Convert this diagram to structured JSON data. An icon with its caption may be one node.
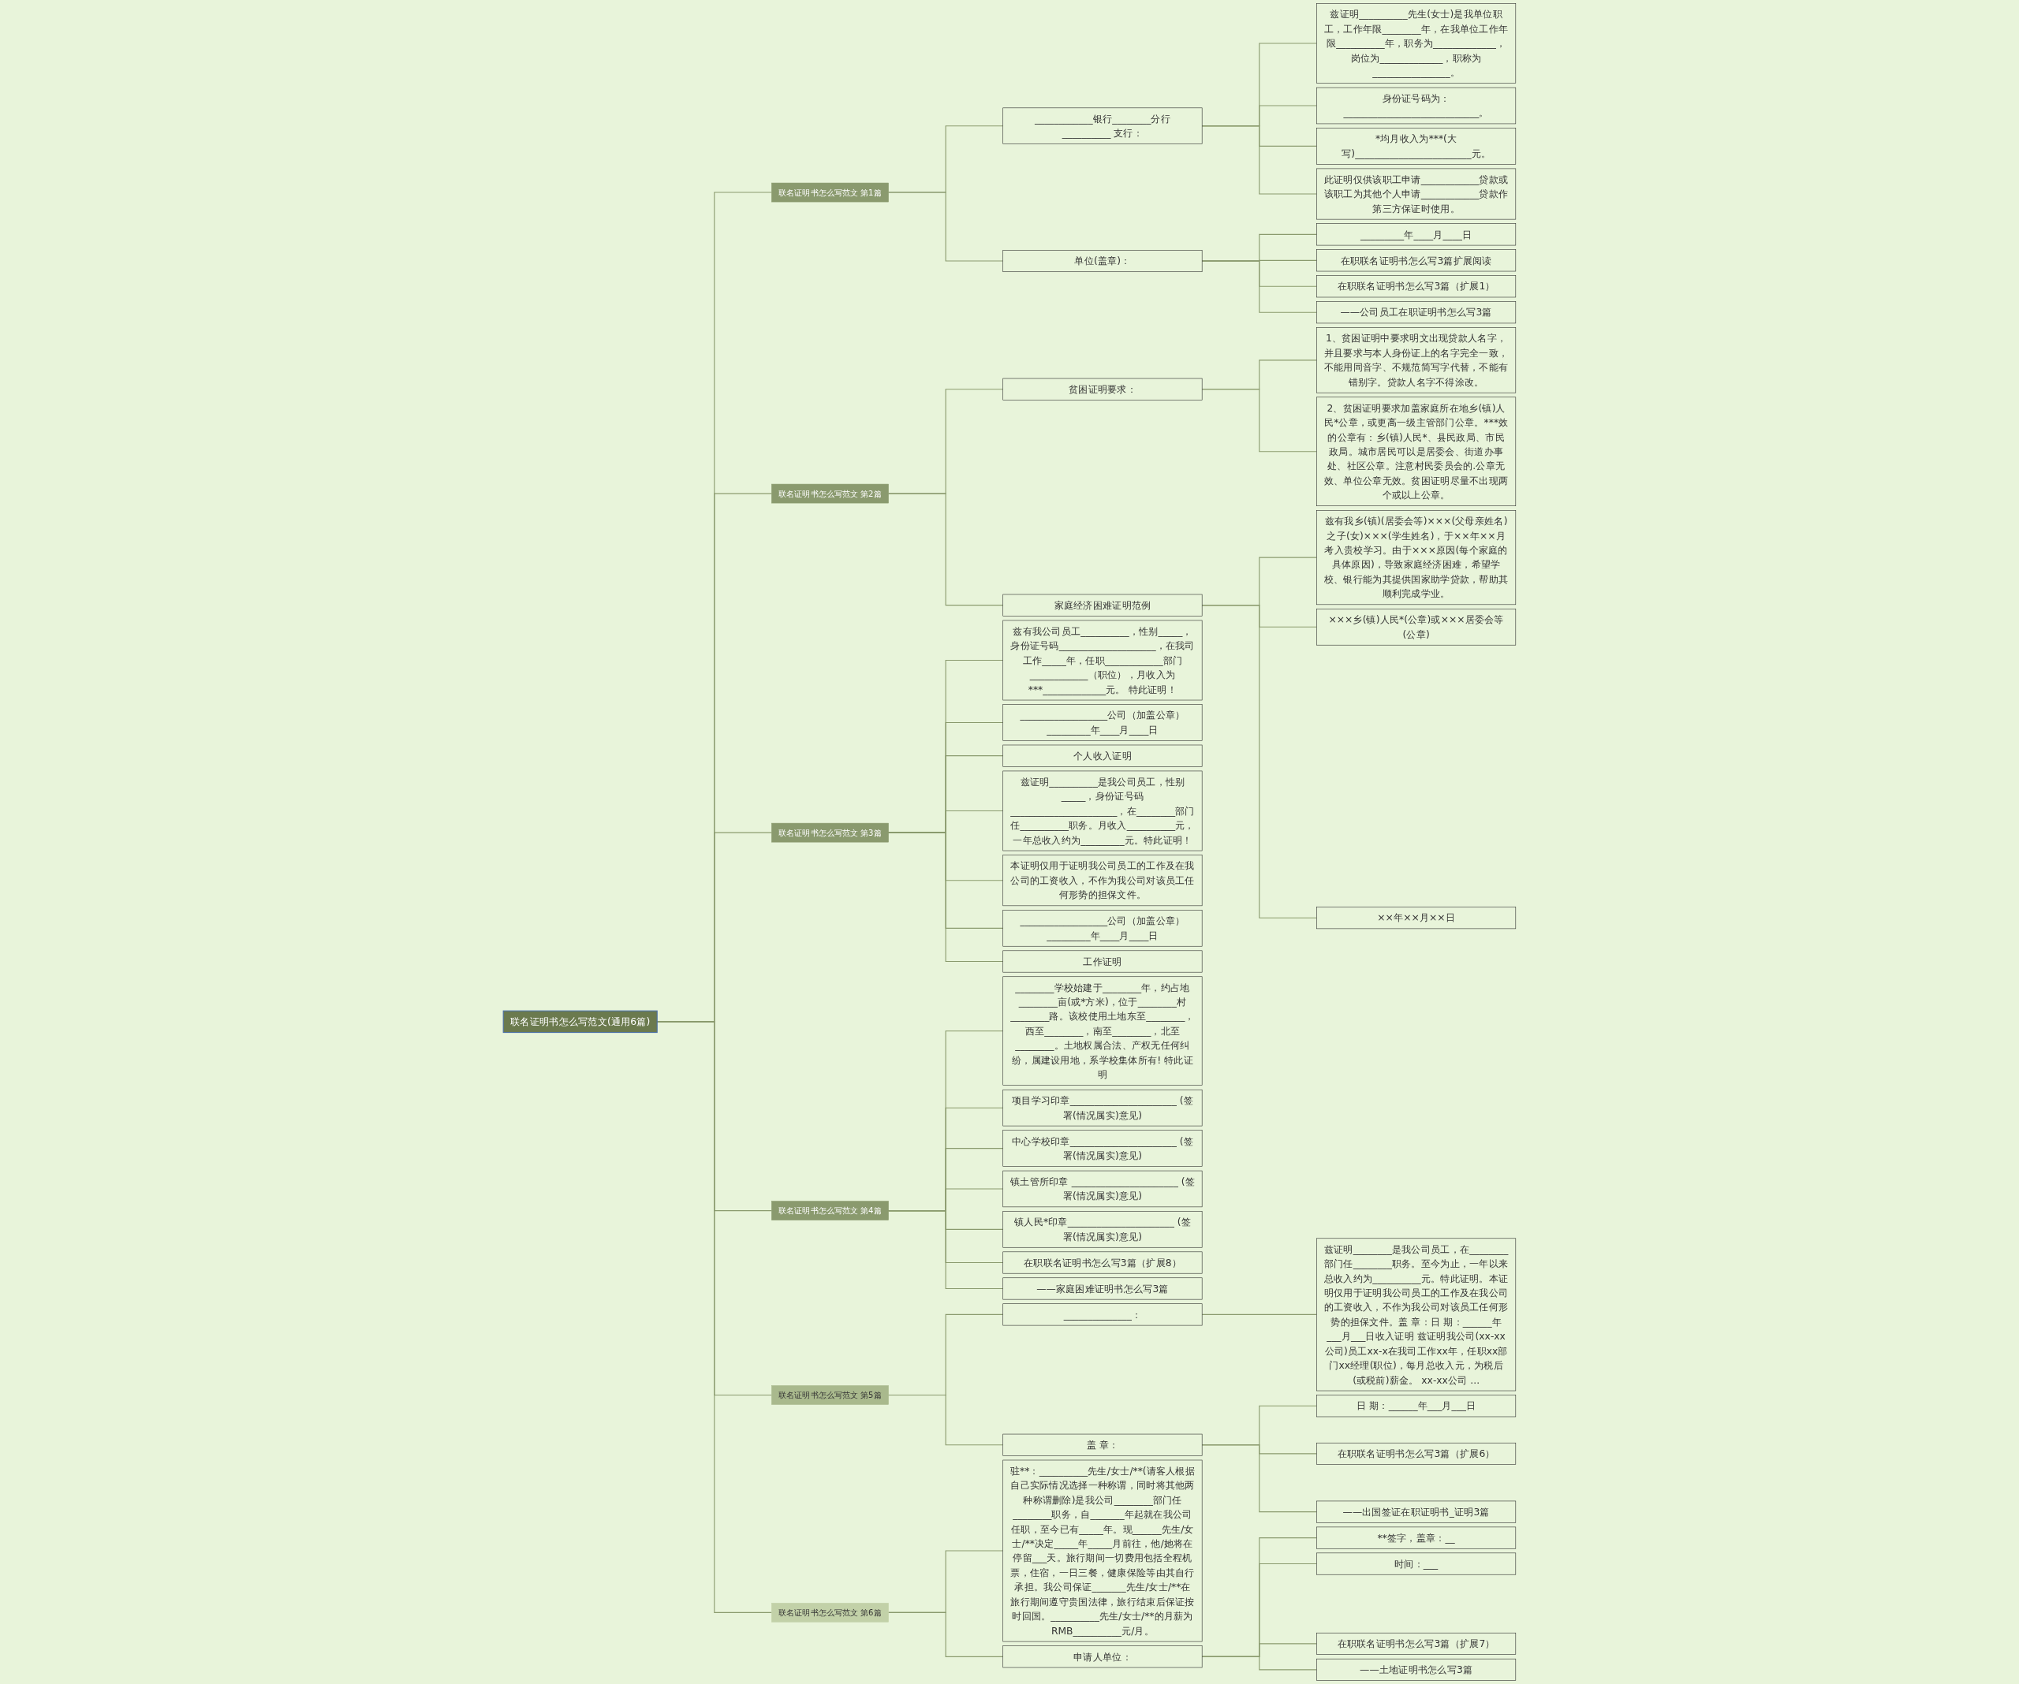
{
  "diagram": {
    "nodes": [
      {
        "text": [
          "联名证明书怎么写范文(通用6篇)"
        ]
      },
      {
        "text": [
          "联名证明书怎么写范文 第1篇"
        ]
      },
      {
        "text": [
          "____________银行________分行__________ 支行："
        ]
      },
      {
        "text": [
          "兹证明__________先生(女士)是我单位职工，工作年限________年，在我单位工作年限__________年，职务为_____________，岗位为_____________，职称为________________。"
        ]
      },
      {
        "text": [
          "身份证号码为：____________________________。"
        ]
      },
      {
        "text": [
          "*均月收入为***(大写)________________________元。"
        ]
      },
      {
        "text": [
          "此证明仅供该职工申请____________贷款或该职工为其他个人申请____________贷款作第三方保证时使用。"
        ]
      },
      {
        "text": [
          "单位(盖章)："
        ]
      },
      {
        "text": [
          "_________年____月____日"
        ]
      },
      {
        "text": [
          "在职联名证明书怎么写3篇扩展阅读"
        ]
      },
      {
        "text": [
          "在职联名证明书怎么写3篇（扩展1）"
        ]
      },
      {
        "text": [
          "——公司员工在职证明书怎么写3篇"
        ]
      },
      {
        "text": [
          "联名证明书怎么写范文 第2篇"
        ]
      },
      {
        "text": [
          "贫困证明要求："
        ]
      },
      {
        "text": [
          "1、贫困证明中要求明文出现贷款人名字，并且要求与本人身份证上的名字完全一致，不能用同音字、不规范简写字代替，不能有错别字。贷款人名字不得涂改。"
        ]
      },
      {
        "text": [
          "2、贫困证明要求加盖家庭所在地乡(镇)人民*公章，或更高一级主管部门公章。***效的公章有：乡(镇)人民*、县民政局、市民政局。城市居民可以是居委会、街道办事处、社区公章。注意村民委员会的.公章无效、单位公章无效。贫困证明尽量不出现两个或以上公章。"
        ]
      },
      {
        "text": [
          "家庭经济困难证明范例"
        ]
      },
      {
        "text": [
          "兹有我乡(镇)(居委会等)×××(父母亲姓名)之子(女)×××(学生姓名)，于××年××月考入贵校学习。由于×××原因(每个家庭的具体原因)，导致家庭经济困难，希望学校、银行能为其提供国家助学贷款，帮助其顺利完成学业。"
        ]
      },
      {
        "text": [
          "×××乡(镇)人民*(公章)或×××居委会等(公章)"
        ]
      },
      {
        "text": [
          "××年××月××日"
        ]
      },
      {
        "text": [
          "联名证明书怎么写范文 第3篇"
        ]
      },
      {
        "text": [
          "兹有我公司员工__________，性别_____，身份证号码____________________，在我司工作_____年，任职____________部门____________（职位），月收入为***_____________元。 特此证明！"
        ]
      },
      {
        "text": [
          "__________________公司（加盖公章）_________年____月____日"
        ]
      },
      {
        "text": [
          "个人收入证明"
        ]
      },
      {
        "text": [
          "兹证明__________是我公司员工，性别_____，身份证号码______________________，在________部门任__________职务。月收入__________元，一年总收入约为_________元。特此证明！"
        ]
      },
      {
        "text": [
          "本证明仅用于证明我公司员工的工作及在我公司的工资收入，不作为我公司对该员工任何形势的担保文件。"
        ]
      },
      {
        "text": [
          "__________________公司（加盖公章）_________年____月____日"
        ]
      },
      {
        "text": [
          "工作证明"
        ]
      },
      {
        "text": [
          "联名证明书怎么写范文 第4篇"
        ]
      },
      {
        "text": [
          "________学校始建于________年，约占地________亩(或*方米)，位于________村________路。该校使用土地东至________，西至________，南至________，北至________。土地权属合法、产权无任何纠纷，属建设用地，系学校集体所有! 特此证明"
        ]
      },
      {
        "text": [
          "项目学习印章______________________ (签署(情况属实)意见)"
        ]
      },
      {
        "text": [
          "中心学校印章______________________ (签署(情况属实)意见)"
        ]
      },
      {
        "text": [
          "镇土管所印章 ______________________ (签署(情况属实)意见)"
        ]
      },
      {
        "text": [
          "镇人民*印章______________________ (签署(情况属实)意见)"
        ]
      },
      {
        "text": [
          "在职联名证明书怎么写3篇（扩展8）"
        ]
      },
      {
        "text": [
          "——家庭困难证明书怎么写3篇"
        ]
      },
      {
        "text": [
          "联名证明书怎么写范文 第5篇"
        ]
      },
      {
        "text": [
          "______________："
        ]
      },
      {
        "text": [
          "兹证明________是我公司员工，在________部门任________职务。至今为止，一年以来总收入约为__________元。特此证明。本证明仅用于证明我公司员工的工作及在我公司的工资收入，不作为我公司对该员工任何形势的担保文件。盖 章：日 期：______年___月___日收入证明 兹证明我公司(xx-xx公司)员工xx-x在我司工作xx年，任职xx部门xx经理(职位)，每月总收入元，为税后(或税前)薪金。 xx-xx公司 ..."
        ]
      },
      {
        "text": [
          "盖 章："
        ]
      },
      {
        "text": [
          "日 期：______年___月___日"
        ]
      },
      {
        "text": [
          "在职联名证明书怎么写3篇（扩展6）"
        ]
      },
      {
        "text": [
          "——出国签证在职证明书_证明3篇"
        ]
      },
      {
        "text": [
          "联名证明书怎么写范文 第6篇"
        ]
      },
      {
        "text": [
          "驻**：__________先生/女士/**(请客人根据自己实际情况选择一种称谓，同时将其他两种称谓删除)是我公司________部门任________职务，自_______年起就在我公司任职，至今已有_____年。现______先生/女士/**决定_____年_____月前往，他/她将在停留___天。旅行期间一切费用包括全程机票，住宿，一日三餐，健康保险等由其自行承担。我公司保证_______先生/女士/**在旅行期间遵守贵国法律，旅行结束后保证按时回国。__________先生/女士/**的月薪为RMB__________元/月。"
        ]
      },
      {
        "text": [
          "申请人单位："
        ]
      },
      {
        "text": [
          "**签字，盖章：__"
        ]
      },
      {
        "text": [
          "时间：___"
        ]
      },
      {
        "text": [
          "在职联名证明书怎么写3篇（扩展7）"
        ]
      },
      {
        "text": [
          "——土地证明书怎么写3篇"
        ]
      }
    ],
    "edges": [
      {
        "from": 0,
        "to": 1,
        "arrow": "none"
      },
      {
        "from": 1,
        "to": 2,
        "arrow": "none"
      },
      {
        "from": 2,
        "to": 3,
        "arrow": "none"
      },
      {
        "from": 2,
        "to": 4,
        "arrow": "none"
      },
      {
        "from": 2,
        "to": 5,
        "arrow": "none"
      },
      {
        "from": 2,
        "to": 6,
        "arrow": "none"
      },
      {
        "from": 1,
        "to": 7,
        "arrow": "none"
      },
      {
        "from": 7,
        "to": 8,
        "arrow": "none"
      },
      {
        "from": 7,
        "to": 9,
        "arrow": "none"
      },
      {
        "from": 7,
        "to": 10,
        "arrow": "none"
      },
      {
        "from": 7,
        "to": 11,
        "arrow": "none"
      },
      {
        "from": 0,
        "to": 12,
        "arrow": "none"
      },
      {
        "from": 12,
        "to": 13,
        "arrow": "none"
      },
      {
        "from": 13,
        "to": 14,
        "arrow": "none"
      },
      {
        "from": 13,
        "to": 15,
        "arrow": "none"
      },
      {
        "from": 12,
        "to": 16,
        "arrow": "none"
      },
      {
        "from": 16,
        "to": 17,
        "arrow": "none"
      },
      {
        "from": 16,
        "to": 18,
        "arrow": "none"
      },
      {
        "from": 16,
        "to": 19,
        "arrow": "none"
      },
      {
        "from": 0,
        "to": 20,
        "arrow": "none"
      },
      {
        "from": 20,
        "to": 21,
        "arrow": "none"
      },
      {
        "from": 20,
        "to": 22,
        "arrow": "none"
      },
      {
        "from": 20,
        "to": 23,
        "arrow": "none"
      },
      {
        "from": 20,
        "to": 24,
        "arrow": "none"
      },
      {
        "from": 20,
        "to": 25,
        "arrow": "none"
      },
      {
        "from": 20,
        "to": 26,
        "arrow": "none"
      },
      {
        "from": 20,
        "to": 27,
        "arrow": "none"
      },
      {
        "from": 0,
        "to": 28,
        "arrow": "none"
      },
      {
        "from": 28,
        "to": 29,
        "arrow": "none"
      },
      {
        "from": 28,
        "to": 30,
        "arrow": "none"
      },
      {
        "from": 28,
        "to": 31,
        "arrow": "none"
      },
      {
        "from": 28,
        "to": 32,
        "arrow": "none"
      },
      {
        "from": 28,
        "to": 33,
        "arrow": "none"
      },
      {
        "from": 28,
        "to": 34,
        "arrow": "none"
      },
      {
        "from": 28,
        "to": 35,
        "arrow": "none"
      },
      {
        "from": 0,
        "to": 36,
        "arrow": "none"
      },
      {
        "from": 36,
        "to": 37,
        "arrow": "none"
      },
      {
        "from": 37,
        "to": 38,
        "arrow": "none"
      },
      {
        "from": 36,
        "to": 39,
        "arrow": "none"
      },
      {
        "from": 39,
        "to": 40,
        "arrow": "none"
      },
      {
        "from": 39,
        "to": 41,
        "arrow": "none"
      },
      {
        "from": 39,
        "to": 42,
        "arrow": "none"
      },
      {
        "from": 0,
        "to": 43,
        "arrow": "none"
      },
      {
        "from": 43,
        "to": 44,
        "arrow": "none"
      },
      {
        "from": 43,
        "to": 45,
        "arrow": "none"
      },
      {
        "from": 45,
        "to": 46,
        "arrow": "none"
      },
      {
        "from": 45,
        "to": 47,
        "arrow": "none"
      },
      {
        "from": 45,
        "to": 48,
        "arrow": "none"
      },
      {
        "from": 45,
        "to": 49,
        "arrow": "none"
      }
    ]
  }
}
